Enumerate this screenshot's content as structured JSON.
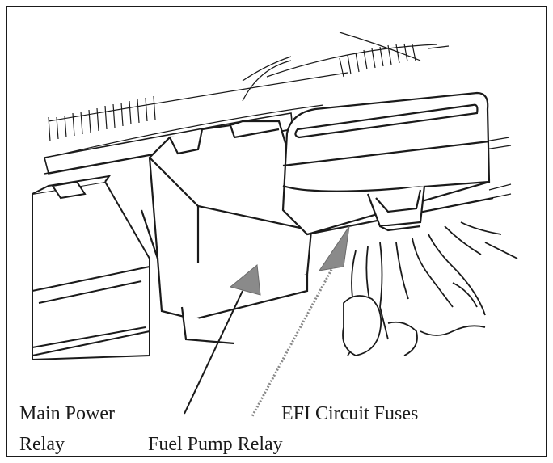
{
  "labels": {
    "main_power_relay_line1": "Main Power",
    "main_power_relay_line2": "Relay",
    "fuel_pump_relay": "Fuel Pump Relay",
    "efi_circuit_fuses": "EFI Circuit Fuses"
  },
  "colors": {
    "ink": "#1a1a1a",
    "arrow_fill": "#8a8a8a",
    "background": "#ffffff"
  }
}
